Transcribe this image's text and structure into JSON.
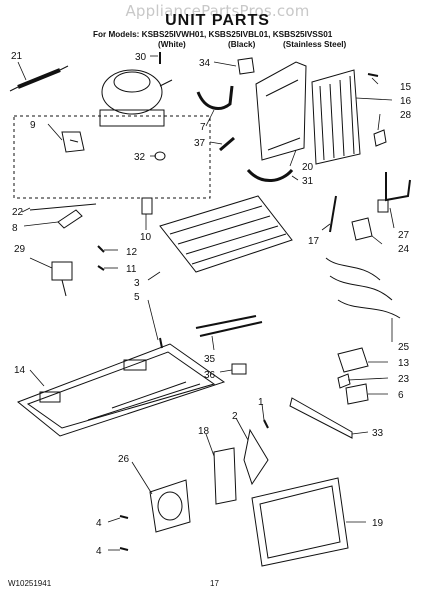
{
  "watermark": "AppliancePartsPros.com",
  "title": "UNIT PARTS",
  "models_line": "For Models: KSBS25IVWH01, KSBS25IVBL01, KSBS25IVSS01",
  "variants": {
    "white": "(White)",
    "black": "(Black)",
    "stainless": "(Stainless Steel)"
  },
  "callouts": [
    "21",
    "30",
    "34",
    "15",
    "16",
    "9",
    "7",
    "37",
    "28",
    "32",
    "20",
    "31",
    "22",
    "8",
    "10",
    "12",
    "11",
    "17",
    "27",
    "24",
    "29",
    "3",
    "5",
    "25",
    "35",
    "13",
    "14",
    "36",
    "23",
    "6",
    "2",
    "1",
    "18",
    "33",
    "26",
    "4",
    "4",
    "19"
  ],
  "footer": {
    "doc_number": "W10251941",
    "page": "17"
  },
  "colors": {
    "line": "#111111",
    "watermark": "#c8c8c8"
  }
}
